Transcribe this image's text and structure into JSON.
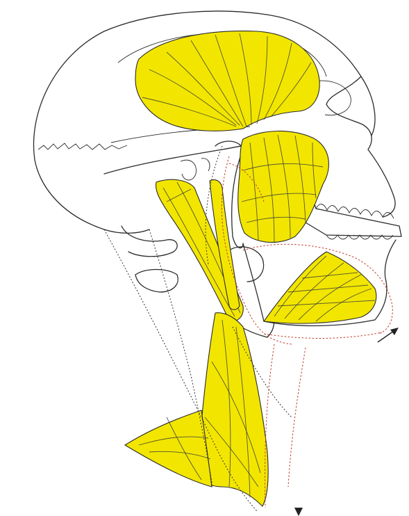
{
  "colors": {
    "muscle_fill": "#f2e600",
    "outline": "#2a2a2a",
    "reference_line": "#c0392b",
    "background": "#ffffff"
  },
  "figure": {
    "subject": "lateral-head-and-neck-anatomy",
    "highlighted_regions": [
      "temporalis-muscle",
      "masseter-muscle",
      "digastric-muscle",
      "sternocleidomastoid-muscle",
      "platysma-region",
      "suprahyoid-muscle"
    ],
    "icons": [
      "arrow-icon",
      "arrowhead-icon"
    ]
  }
}
